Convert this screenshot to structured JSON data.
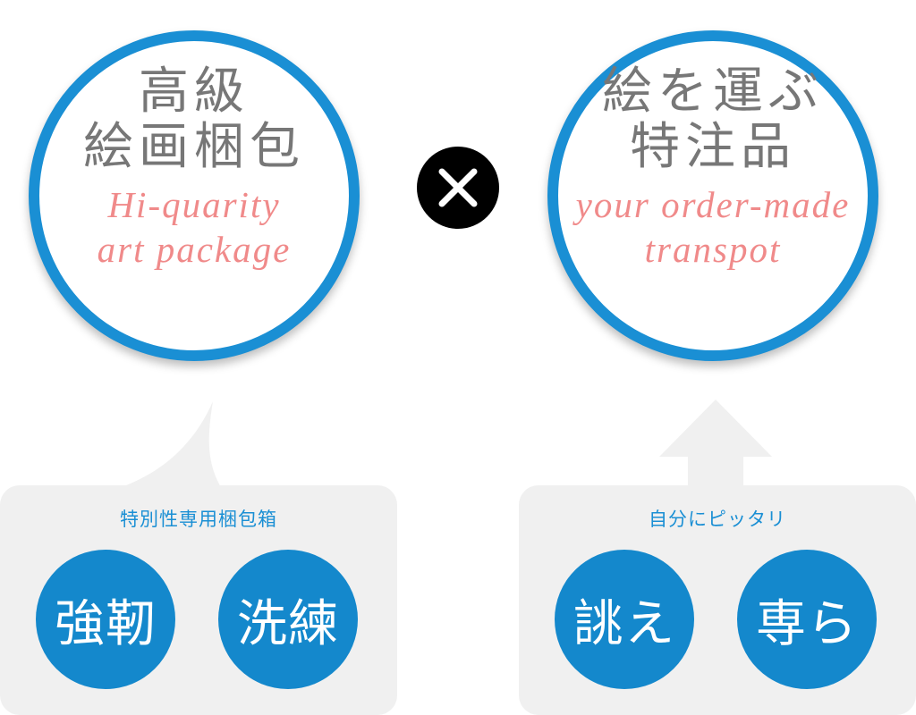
{
  "left_circle": {
    "title_lines": [
      "高級",
      "絵画梱包"
    ],
    "subtitle_lines": [
      "Hi-quarity",
      "art package"
    ]
  },
  "right_circle": {
    "title_lines": [
      "絵を運ぶ",
      "特注品"
    ],
    "subtitle_lines": [
      "your order-made",
      "transpot"
    ]
  },
  "multiply_icon": "times-icon",
  "left_panel": {
    "caption": "特別性専用梱包箱",
    "keywords": [
      "強靭",
      "洗練"
    ]
  },
  "right_panel": {
    "caption": "自分にピッタリ",
    "keywords": [
      "誂え",
      "専ら"
    ]
  },
  "colors": {
    "accent_blue": "#1a8fd4",
    "title_gray": "#777777",
    "subtitle_pink": "#f08a8a",
    "panel_gray": "#f0f0f0"
  }
}
